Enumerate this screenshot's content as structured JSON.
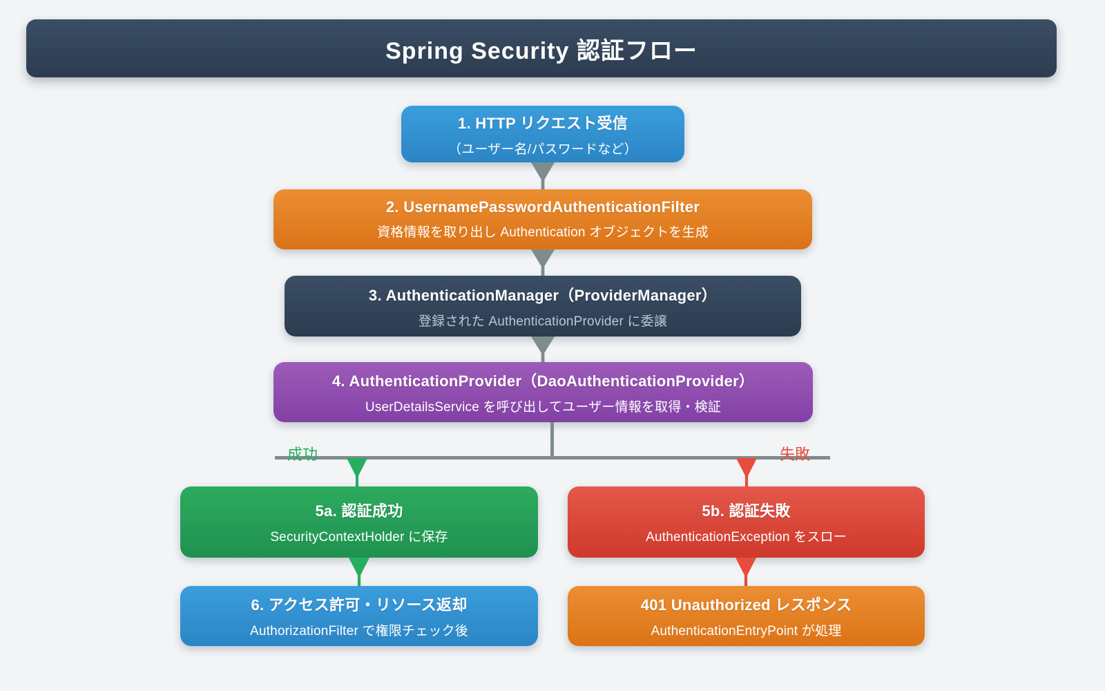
{
  "page": {
    "background_color": "#f2f4f6",
    "connector_color": "#7f8c8d"
  },
  "header": {
    "title": "Spring Security 認証フロー",
    "background_color": "#2c3e50"
  },
  "flow": {
    "nodes": [
      {
        "id": "step1",
        "title": "1. HTTP リクエスト受信",
        "subtitle": "（ユーザー名/パスワードなど）",
        "color": "#3498db"
      },
      {
        "id": "step2",
        "title": "2. UsernamePasswordAuthenticationFilter",
        "subtitle": "資格情報を取り出し Authentication オブジェクトを生成",
        "color": "#e67e22"
      },
      {
        "id": "step3",
        "title": "3. AuthenticationManager（ProviderManager）",
        "subtitle": "登録された AuthenticationProvider に委譲",
        "color": "#2c3e50"
      },
      {
        "id": "step4",
        "title": "4. AuthenticationProvider（DaoAuthenticationProvider）",
        "subtitle": "UserDetailsService を呼び出してユーザー情報を取得・検証",
        "color": "#8e44ad"
      },
      {
        "id": "step5a",
        "title": "5a. 認証成功",
        "subtitle": "SecurityContextHolder に保存",
        "color": "#27ae60"
      },
      {
        "id": "step5b",
        "title": "5b. 認証失敗",
        "subtitle": "AuthenticationException をスロー",
        "color": "#e74c3c"
      },
      {
        "id": "step6",
        "title": "6. アクセス許可・リソース返却",
        "subtitle": "AuthorizationFilter で権限チェック後",
        "color": "#3498db"
      },
      {
        "id": "step401",
        "title": "401 Unauthorized レスポンス",
        "subtitle": "AuthenticationEntryPoint が処理",
        "color": "#e67e22"
      }
    ],
    "branch": {
      "success_label": "成功",
      "failure_label": "失敗",
      "success_color": "#27ae60",
      "failure_color": "#e74c3c"
    }
  }
}
